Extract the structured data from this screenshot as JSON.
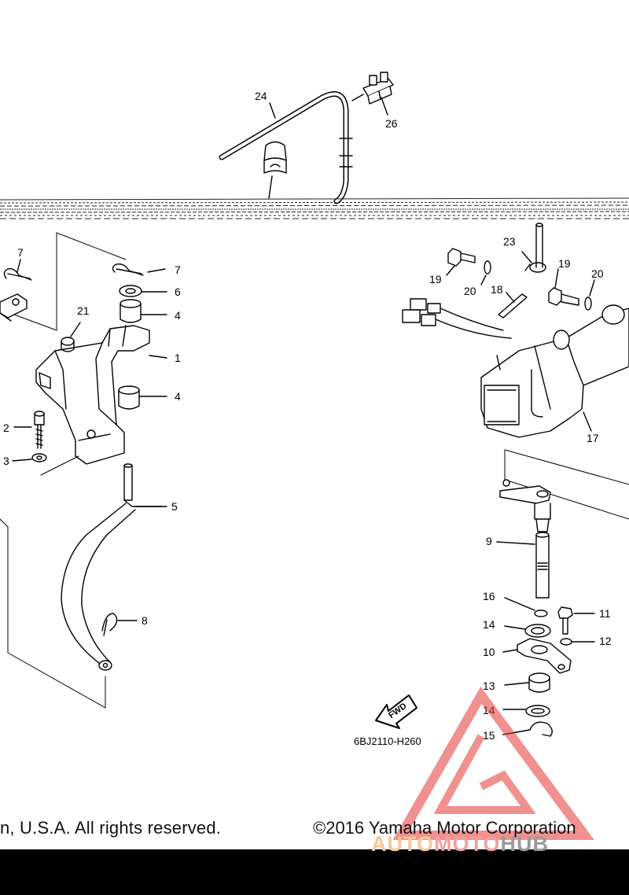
{
  "callouts": {
    "c24": "24",
    "c26": "26",
    "c7a": "7",
    "c7b": "7",
    "c6": "6",
    "c4a": "4",
    "c21": "21",
    "c1": "1",
    "c4b": "4",
    "c2": "2",
    "c3": "3",
    "c5": "5",
    "c8": "8",
    "c23": "23",
    "c19a": "19",
    "c20a": "20",
    "c19b": "19",
    "c20b": "20",
    "c18": "18",
    "c17": "17",
    "c9": "9",
    "c16": "16",
    "c11": "11",
    "c14a": "14",
    "c12": "12",
    "c10": "10",
    "c13": "13",
    "c14b": "14",
    "c15": "15"
  },
  "fwd_label": "FWD",
  "diagram_code": "6BJ2110-H260",
  "footer": {
    "left": "n, U.S.A. All rights reserved.",
    "right": "©2016 Yamaha Motor Corporation"
  },
  "watermark": {
    "part_a": "AUTO",
    "part_b": "MOTO",
    "part_c": "HUB",
    "triangle_color": "#e53935",
    "word_colors": [
      "#f7c79a",
      "#f2a0a0",
      "#9a9a9a"
    ]
  }
}
